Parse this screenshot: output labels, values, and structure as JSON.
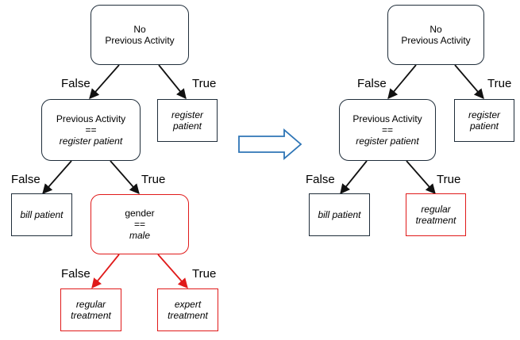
{
  "left_tree": {
    "root": {
      "line1": "No",
      "line2": "Previous Activity"
    },
    "root_false_label": "False",
    "root_true_label": "True",
    "leaf_register": {
      "line1": "register",
      "line2": "patient"
    },
    "prev": {
      "line1": "Previous Activity",
      "line2": "==",
      "line3": "register patient"
    },
    "prev_false_label": "False",
    "prev_true_label": "True",
    "leaf_bill": {
      "text": "bill patient"
    },
    "gender": {
      "line1": "gender",
      "line2": "==",
      "line3": "male"
    },
    "gender_false_label": "False",
    "gender_true_label": "True",
    "leaf_regular": {
      "line1": "regular",
      "line2": "treatment"
    },
    "leaf_expert": {
      "line1": "expert",
      "line2": "treatment"
    }
  },
  "right_tree": {
    "root": {
      "line1": "No",
      "line2": "Previous Activity"
    },
    "root_false_label": "False",
    "root_true_label": "True",
    "leaf_register": {
      "line1": "register",
      "line2": "patient"
    },
    "prev": {
      "line1": "Previous Activity",
      "line2": "==",
      "line3": "register patient"
    },
    "prev_false_label": "False",
    "prev_true_label": "True",
    "leaf_bill": {
      "text": "bill patient"
    },
    "leaf_regular": {
      "line1": "regular",
      "line2": "treatment"
    }
  },
  "colors": {
    "node_border": "#1f2d3a",
    "highlight": "#e01a1a",
    "transform_arrow": "#2e75b6"
  },
  "icons": {
    "transform": "right-arrow-icon"
  }
}
